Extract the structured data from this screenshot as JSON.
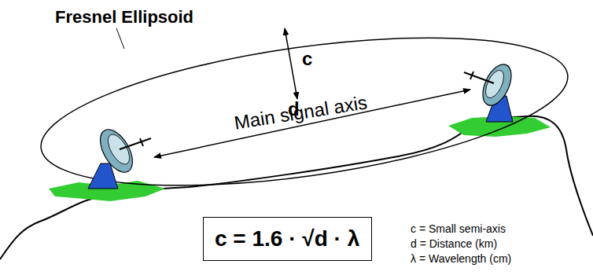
{
  "diagram": {
    "title": "Fresnel Ellipsoid",
    "nodes": [
      {
        "text": [
          "c = 1.6 · √d · λ"
        ]
      }
    ],
    "labels": [
      "c",
      "d",
      "Main signal axis",
      "c = Small semi-axis",
      "d = Distance (km)",
      "λ = Wavelength (cm)"
    ]
  }
}
